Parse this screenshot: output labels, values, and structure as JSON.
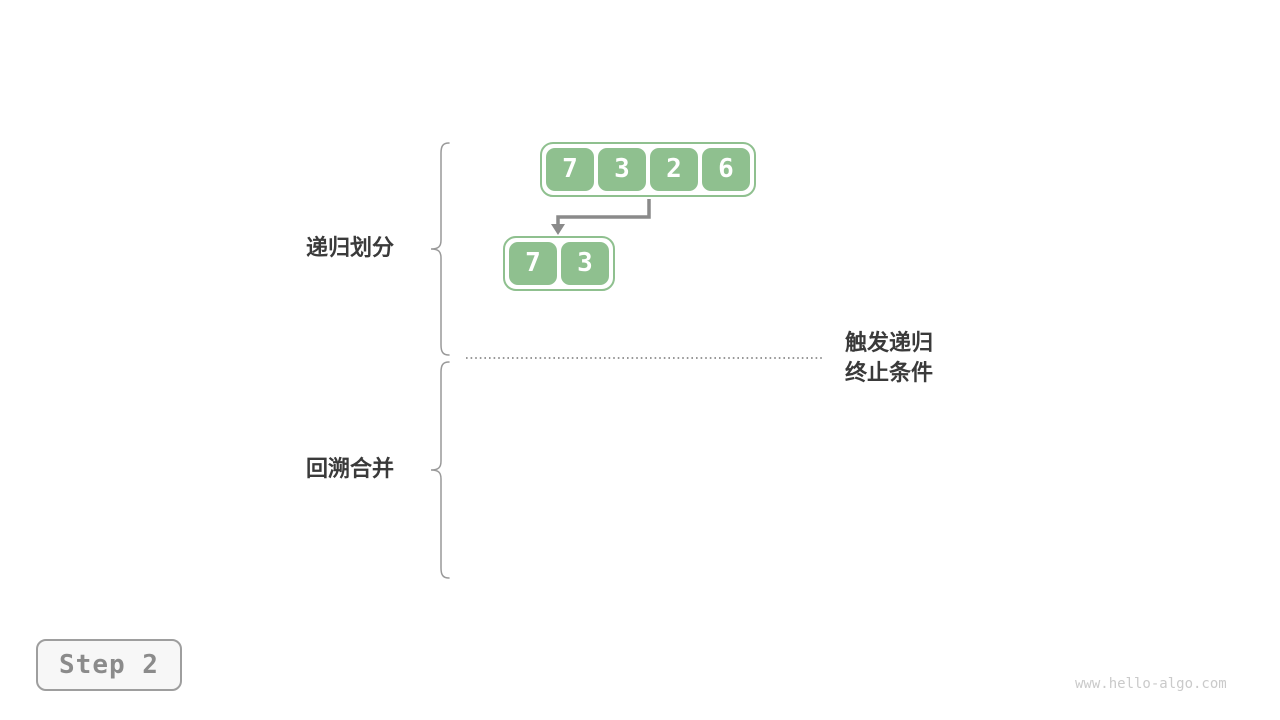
{
  "diagram": {
    "title_semantic": "merge-sort recursion step diagram",
    "labels": {
      "recursive_divide": "递归划分",
      "backtrack_merge": "回溯合并",
      "terminate_line1": "触发递归",
      "terminate_line2": "终止条件"
    },
    "arrays": [
      {
        "name": "level-1",
        "values": [
          "7",
          "3",
          "2",
          "6"
        ]
      },
      {
        "name": "level-2",
        "values": [
          "7",
          "3"
        ]
      }
    ],
    "step_badge": {
      "label": "Step 2"
    },
    "watermark": "www.hello-algo.com",
    "colors": {
      "background": "#ffffff",
      "cell_green": "#8FC08F",
      "cell_text": "#ffffff",
      "arrow_gray": "#8a8a8a",
      "brace_gray": "#999999",
      "dotted_line_gray": "#777777",
      "label_text": "#3a3a3a",
      "step_border": "#9e9e9e",
      "step_background": "#f7f7f7",
      "step_text": "#8b8b8b",
      "watermark_text": "#cacaca"
    }
  }
}
